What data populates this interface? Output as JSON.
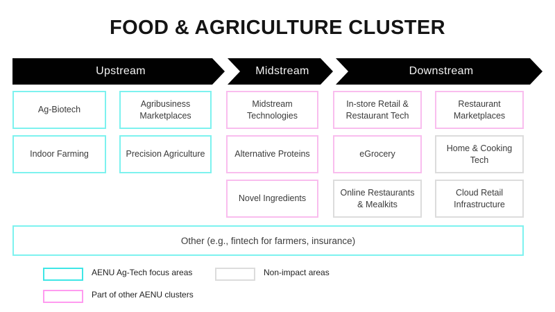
{
  "title": "FOOD & AGRICULTURE CLUSTER",
  "banner": {
    "stages": [
      {
        "label": "Upstream"
      },
      {
        "label": "Midstream"
      },
      {
        "label": "Downstream"
      }
    ]
  },
  "colors": {
    "cyan": "#7df2ef",
    "pink": "#f9bdee",
    "gray": "#dcdcdc",
    "legend_cyan": "#3fe6e6",
    "legend_pink": "#ff9bf0",
    "banner_black": "#010101"
  },
  "grid": {
    "columns": [
      {
        "stage": "Upstream",
        "boxes": [
          {
            "label": "Ag-Biotech",
            "category": "cyan"
          },
          {
            "label": "Indoor Farming",
            "category": "cyan"
          }
        ]
      },
      {
        "stage": "Upstream",
        "boxes": [
          {
            "label": "Agribusiness Marketplaces",
            "category": "cyan"
          },
          {
            "label": "Precision Agriculture",
            "category": "cyan"
          }
        ]
      },
      {
        "stage": "Midstream",
        "boxes": [
          {
            "label": "Midstream Technologies",
            "category": "pink"
          },
          {
            "label": "Alternative Proteins",
            "category": "pink"
          },
          {
            "label": "Novel Ingredients",
            "category": "pink"
          }
        ]
      },
      {
        "stage": "Downstream",
        "boxes": [
          {
            "label": "In-store Retail & Restaurant Tech",
            "category": "pink"
          },
          {
            "label": "eGrocery",
            "category": "pink"
          },
          {
            "label": "Online Restaurants & Mealkits",
            "category": "gray"
          }
        ]
      },
      {
        "stage": "Downstream",
        "boxes": [
          {
            "label": "Restaurant Marketplaces",
            "category": "pink"
          },
          {
            "label": "Home & Cooking Tech",
            "category": "gray"
          },
          {
            "label": "Cloud Retail Infrastructure",
            "category": "gray"
          }
        ]
      }
    ]
  },
  "other_bar": {
    "label": "Other (e.g., fintech for farmers, insurance)",
    "category": "cyan"
  },
  "legend": {
    "items": [
      {
        "label": "AENU Ag-Tech focus areas",
        "category": "cyan"
      },
      {
        "label": "Part of other AENU clusters",
        "category": "pink"
      },
      {
        "label": "Non-impact areas",
        "category": "gray"
      }
    ]
  }
}
